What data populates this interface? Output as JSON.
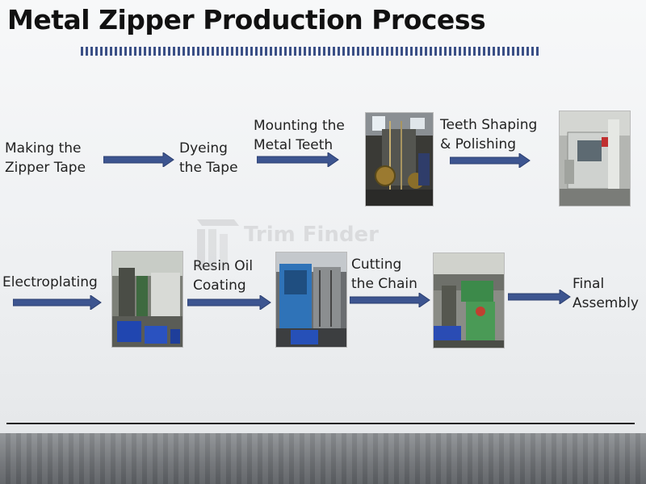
{
  "title": "Metal Zipper Production Process",
  "watermark": "Trim Finder",
  "colors": {
    "arrow": "#3d5590",
    "arrow_stroke": "#2c3f70",
    "title": "#111111",
    "dash": "#3a4f86"
  },
  "steps": [
    {
      "line1": "Making the",
      "line2": "Zipper Tape"
    },
    {
      "line1": "Dyeing",
      "line2": "the Tape"
    },
    {
      "line1": "Mounting the",
      "line2": "Metal Teeth"
    },
    {
      "line1": "Teeth Shaping",
      "line2": "& Polishing"
    },
    {
      "line1": "Electroplating",
      "line2": ""
    },
    {
      "line1": "Resin Oil",
      "line2": "Coating"
    },
    {
      "line1": "Cutting",
      "line2": "the Chain"
    },
    {
      "line1": "Final",
      "line2": "Assembly"
    }
  ],
  "photos": [
    {
      "icon": "teeth-mounting-machine-photo"
    },
    {
      "icon": "shaping-machine-photo"
    },
    {
      "icon": "electroplating-line-photo"
    },
    {
      "icon": "resin-coating-machine-photo"
    },
    {
      "icon": "chain-cutting-machine-photo"
    }
  ]
}
